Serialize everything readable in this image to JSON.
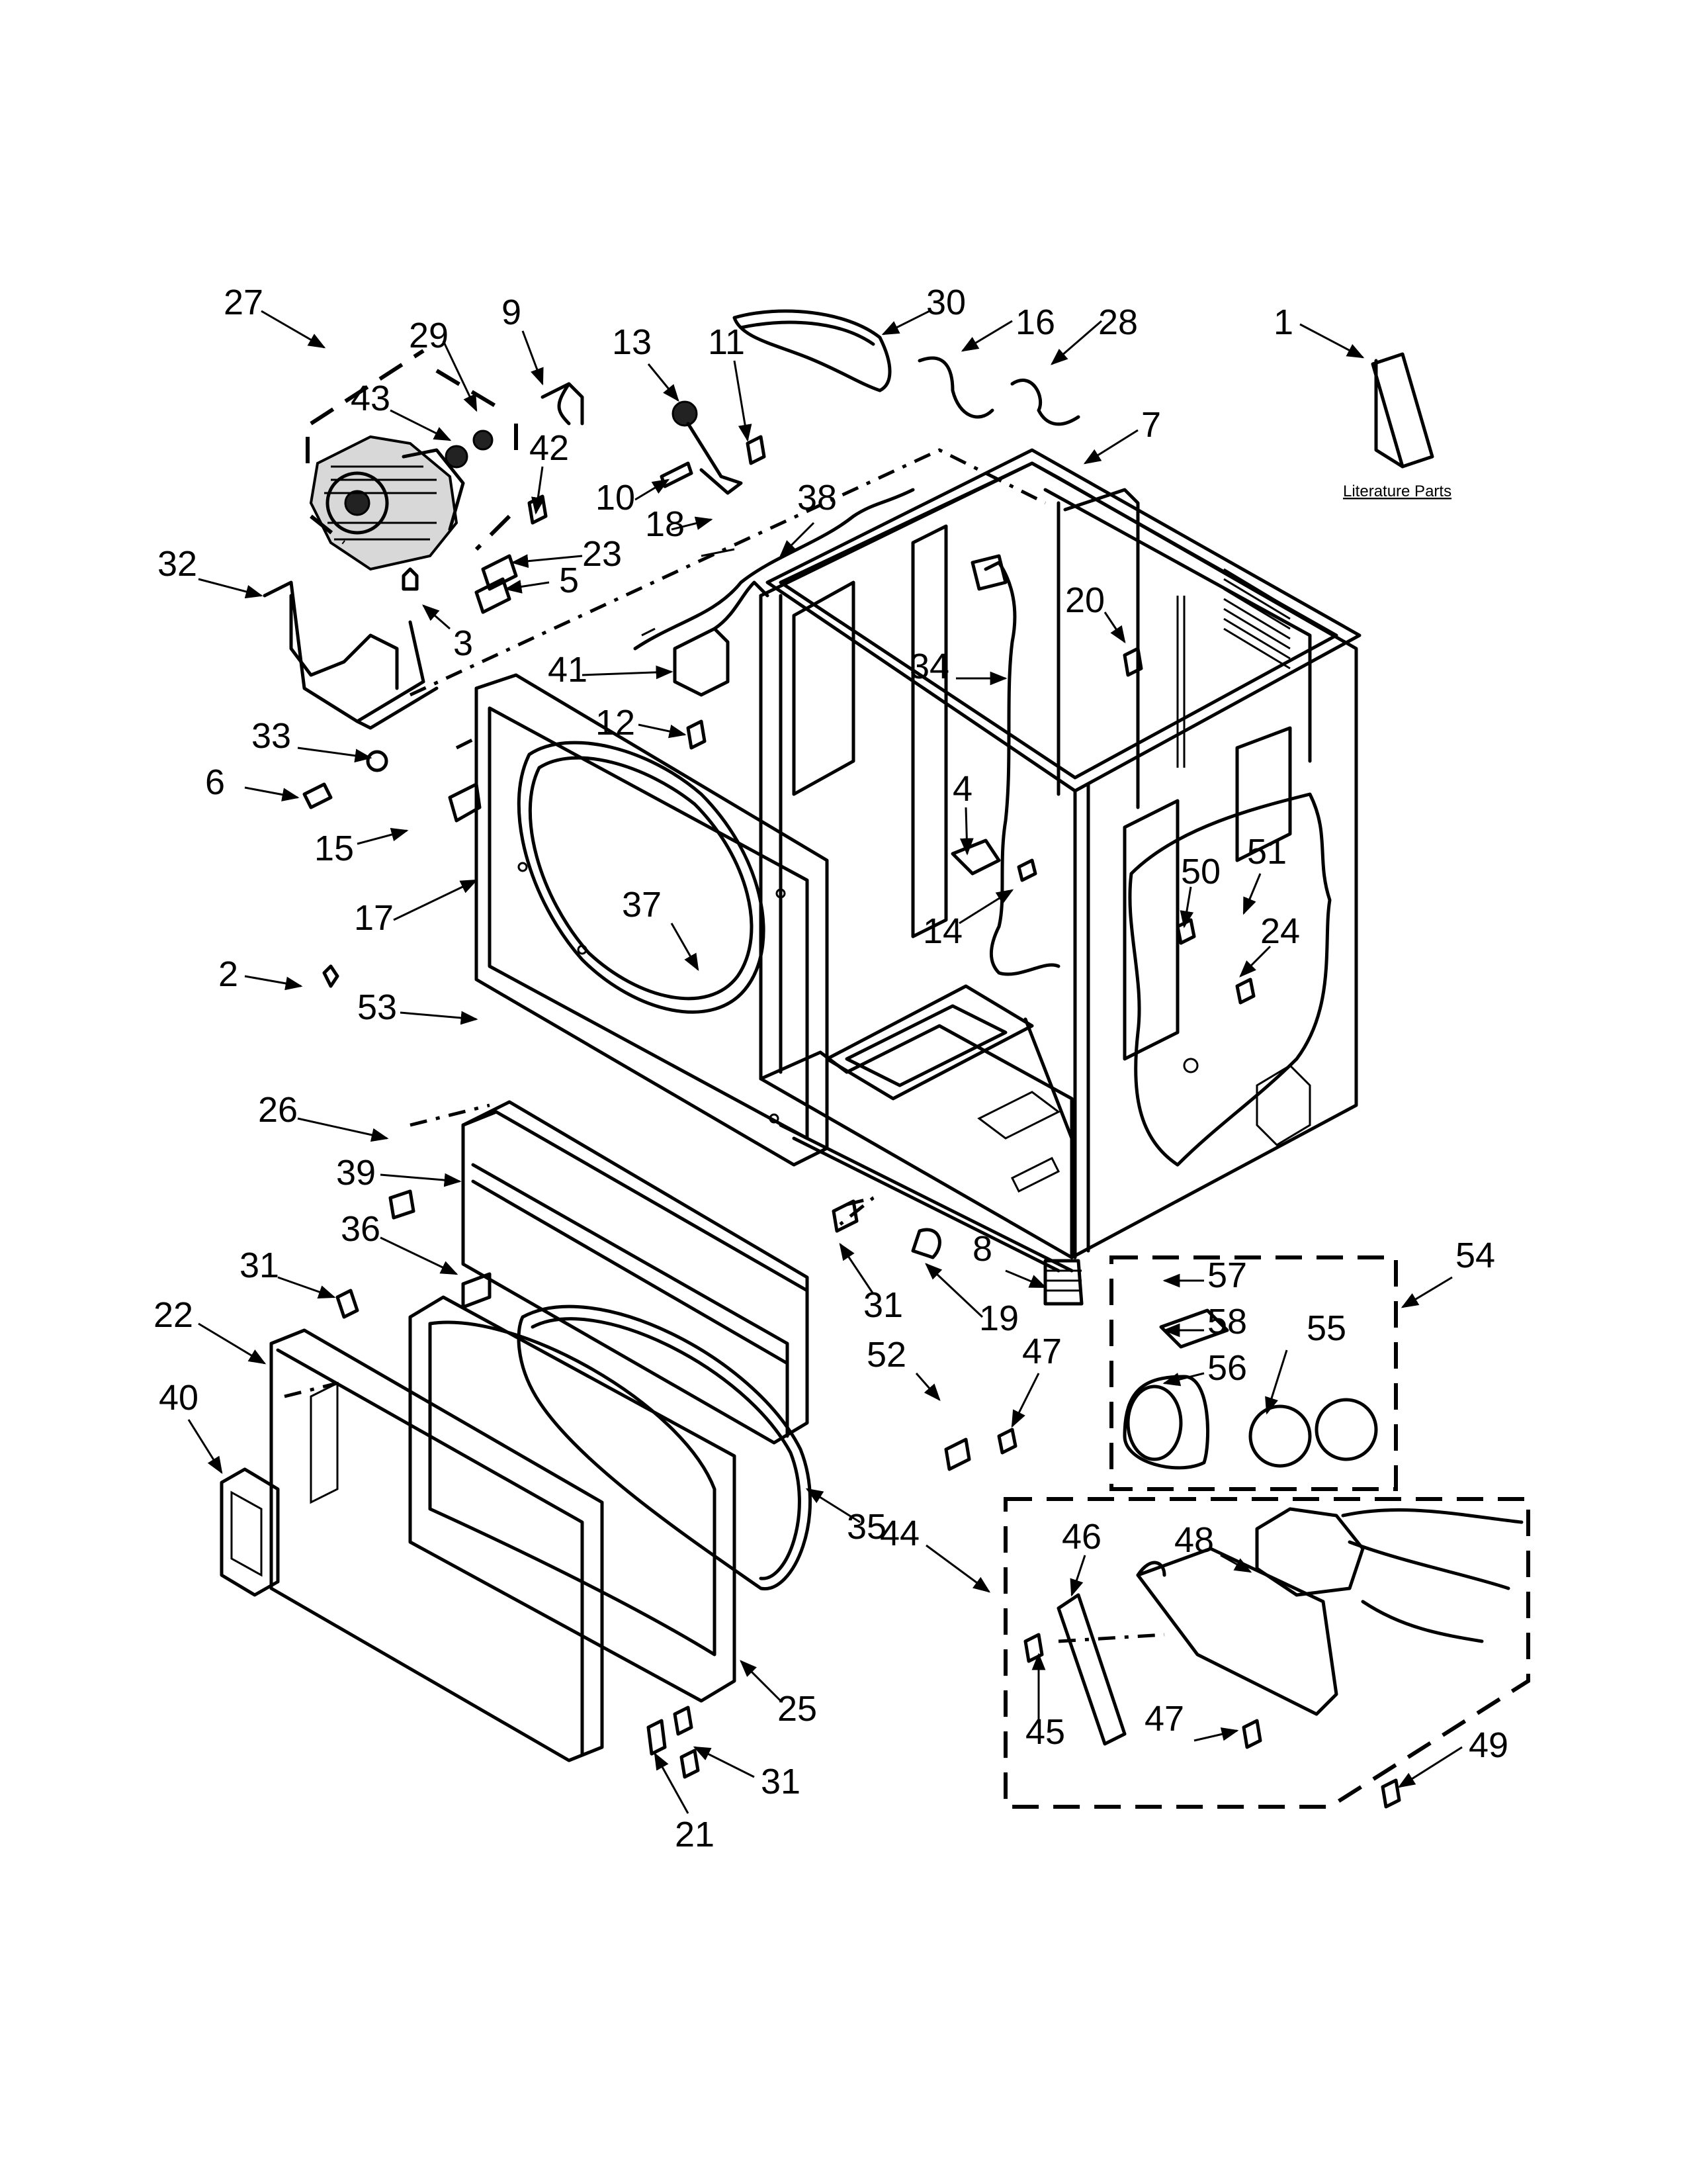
{
  "literature_label": "Literature Parts",
  "callouts": [
    {
      "id": "c1",
      "text": "1"
    },
    {
      "id": "c2",
      "text": "2"
    },
    {
      "id": "c3",
      "text": "3"
    },
    {
      "id": "c4",
      "text": "4"
    },
    {
      "id": "c5",
      "text": "5"
    },
    {
      "id": "c6",
      "text": "6"
    },
    {
      "id": "c7",
      "text": "7"
    },
    {
      "id": "c8",
      "text": "8"
    },
    {
      "id": "c9",
      "text": "9"
    },
    {
      "id": "c10",
      "text": "10"
    },
    {
      "id": "c11",
      "text": "11"
    },
    {
      "id": "c12",
      "text": "12"
    },
    {
      "id": "c13",
      "text": "13"
    },
    {
      "id": "c14",
      "text": "14"
    },
    {
      "id": "c15",
      "text": "15"
    },
    {
      "id": "c16",
      "text": "16"
    },
    {
      "id": "c17",
      "text": "17"
    },
    {
      "id": "c18",
      "text": "18"
    },
    {
      "id": "c19",
      "text": "19"
    },
    {
      "id": "c20",
      "text": "20"
    },
    {
      "id": "c21",
      "text": "21"
    },
    {
      "id": "c22",
      "text": "22"
    },
    {
      "id": "c23",
      "text": "23"
    },
    {
      "id": "c24",
      "text": "24"
    },
    {
      "id": "c25",
      "text": "25"
    },
    {
      "id": "c26",
      "text": "26"
    },
    {
      "id": "c27",
      "text": "27"
    },
    {
      "id": "c28",
      "text": "28"
    },
    {
      "id": "c29",
      "text": "29"
    },
    {
      "id": "c30",
      "text": "30"
    },
    {
      "id": "c31a",
      "text": "31"
    },
    {
      "id": "c31b",
      "text": "31"
    },
    {
      "id": "c31c",
      "text": "31"
    },
    {
      "id": "c32",
      "text": "32"
    },
    {
      "id": "c33",
      "text": "33"
    },
    {
      "id": "c34",
      "text": "34"
    },
    {
      "id": "c35",
      "text": "35"
    },
    {
      "id": "c36",
      "text": "36"
    },
    {
      "id": "c37",
      "text": "37"
    },
    {
      "id": "c38",
      "text": "38"
    },
    {
      "id": "c39",
      "text": "39"
    },
    {
      "id": "c40",
      "text": "40"
    },
    {
      "id": "c41",
      "text": "41"
    },
    {
      "id": "c42",
      "text": "42"
    },
    {
      "id": "c43",
      "text": "43"
    },
    {
      "id": "c44",
      "text": "44"
    },
    {
      "id": "c45",
      "text": "45"
    },
    {
      "id": "c46",
      "text": "46"
    },
    {
      "id": "c47a",
      "text": "47"
    },
    {
      "id": "c47b",
      "text": "47"
    },
    {
      "id": "c48",
      "text": "48"
    },
    {
      "id": "c49",
      "text": "49"
    },
    {
      "id": "c50",
      "text": "50"
    },
    {
      "id": "c51",
      "text": "51"
    },
    {
      "id": "c52",
      "text": "52"
    },
    {
      "id": "c53",
      "text": "53"
    },
    {
      "id": "c54",
      "text": "54"
    },
    {
      "id": "c55",
      "text": "55"
    },
    {
      "id": "c56",
      "text": "56"
    },
    {
      "id": "c57",
      "text": "57"
    },
    {
      "id": "c58",
      "text": "58"
    }
  ]
}
